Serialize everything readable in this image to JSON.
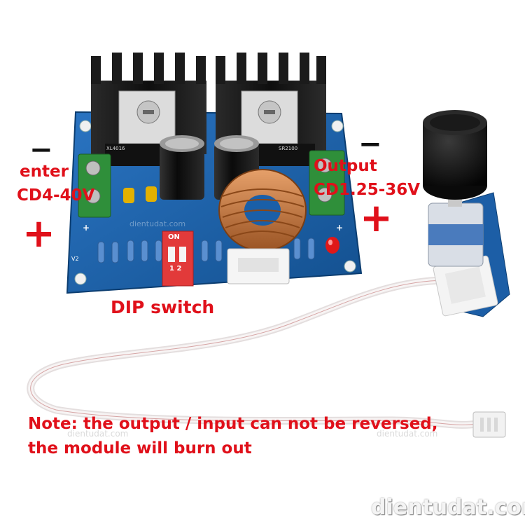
{
  "labels": {
    "input_minus": "−",
    "input_line1": "enter",
    "input_line2": "CD4-40V",
    "input_plus": "+",
    "output_minus": "−",
    "output_line1": "Output",
    "output_line2": "CD1.25-36V",
    "output_plus": "+",
    "dip_switch": "DIP switch",
    "note_line1": "Note: the output / input can not be reversed,",
    "note_line2": "the module will burn out"
  },
  "pcb": {
    "dip_on": "ON",
    "dip_numbers": "1 2",
    "ic_left": "XL4016",
    "ic_right": "SR2100",
    "silk_v2": "V2",
    "silk_plus_left": "+",
    "silk_plus_right": "+",
    "silk_watermark": "dientudat.com"
  },
  "watermark": {
    "main": "dientudat.com",
    "faint_left": "dientudat.com",
    "faint_right": "dientudat.com"
  },
  "colors": {
    "text_red": "#e0101a",
    "pcb_blue": "#1a5fa8",
    "terminal_green": "#2f8f3a",
    "heatsink_black": "#1b1b1b",
    "coil_copper": "#c7743a",
    "dip_red": "#e23a3a",
    "cable_white": "#f1eeee"
  }
}
